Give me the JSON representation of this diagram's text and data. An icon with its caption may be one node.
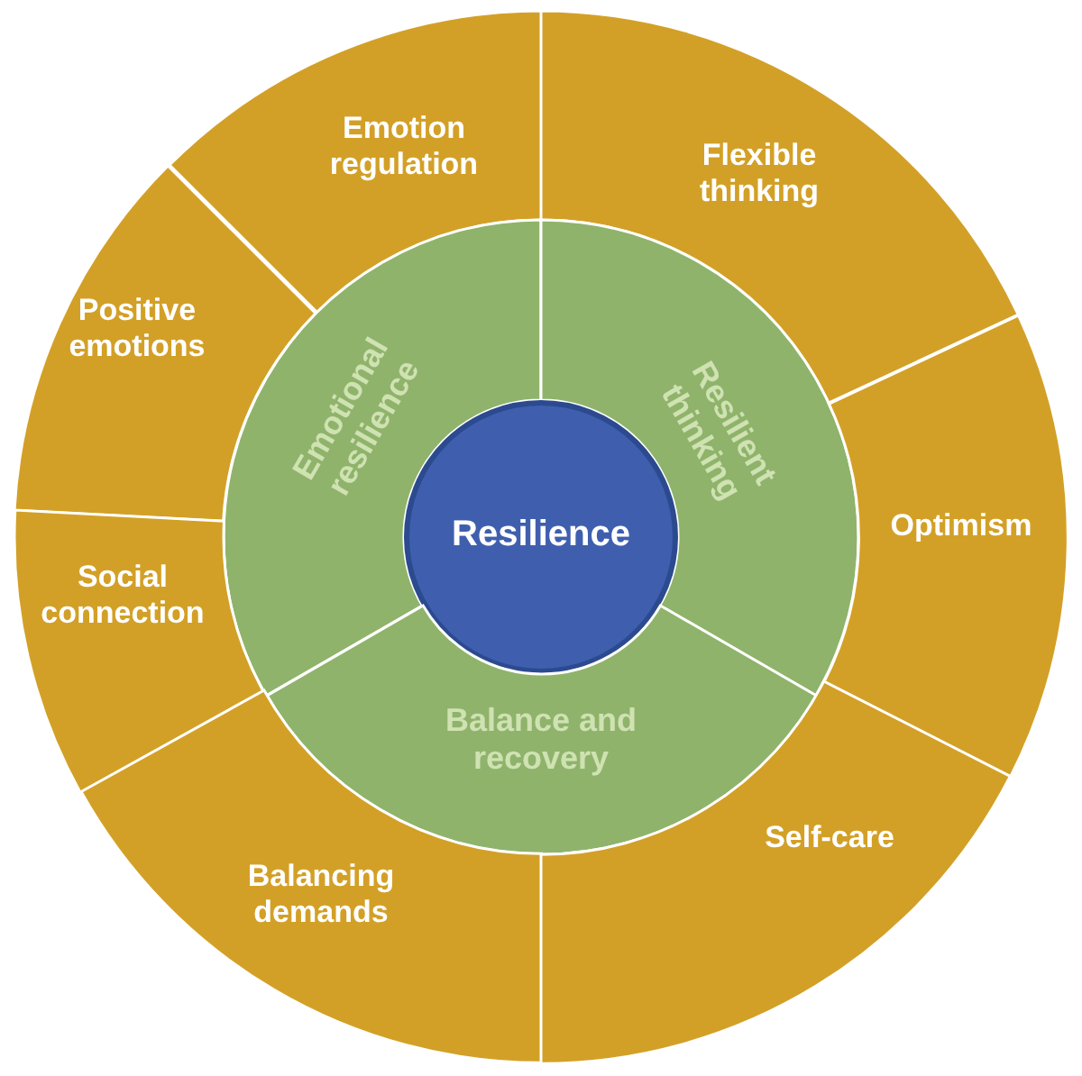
{
  "diagram": {
    "nodes": [
      {
        "text": [
          "Emotion regulation"
        ]
      },
      {
        "text": [
          "Flexible thinking"
        ]
      },
      {
        "text": [
          "Positive emotions"
        ]
      },
      {
        "text": [
          "Emotional resilience"
        ]
      },
      {
        "text": [
          "Resilient thinking"
        ]
      },
      {
        "text": [
          "Optimism"
        ]
      },
      {
        "text": [
          "Resilience"
        ]
      },
      {
        "text": [
          "Social connection"
        ]
      },
      {
        "text": [
          "Balance and recovery"
        ]
      },
      {
        "text": [
          "Balancing demands"
        ]
      },
      {
        "text": [
          "Self-care"
        ]
      }
    ]
  }
}
